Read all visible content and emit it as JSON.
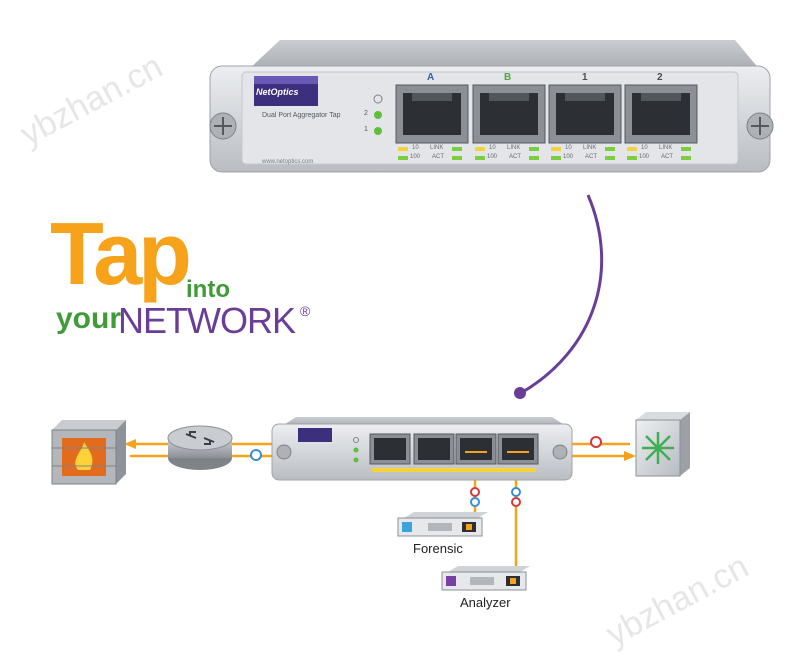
{
  "watermark": "ybzhan.cn",
  "device": {
    "brand_logo": "NetOptics",
    "model_label": "Dual Port Aggregator Tap",
    "footer_url": "www.netoptics.com",
    "port_labels": [
      "A",
      "B",
      "1",
      "2"
    ],
    "led_labels": [
      "2",
      "1"
    ],
    "led_status_top": [
      "10",
      "LINK"
    ],
    "led_status_bottom": [
      "100",
      "ACT"
    ]
  },
  "slogan": {
    "line1": "Tap",
    "line1_suffix": "into",
    "line2_prefix": "your",
    "line2": "NETWORK",
    "registered_mark": "®"
  },
  "topology": {
    "tool_labels": [
      "Forensic",
      "Analyzer"
    ]
  },
  "colors": {
    "orange": "#f7a21b",
    "purple": "#6a3d99",
    "green": "#3f9b38",
    "device_silver": "#d6d8dc",
    "port_gray": "#6e7378",
    "blue_link": "#3a8fd1",
    "red_link": "#d33b3b"
  }
}
